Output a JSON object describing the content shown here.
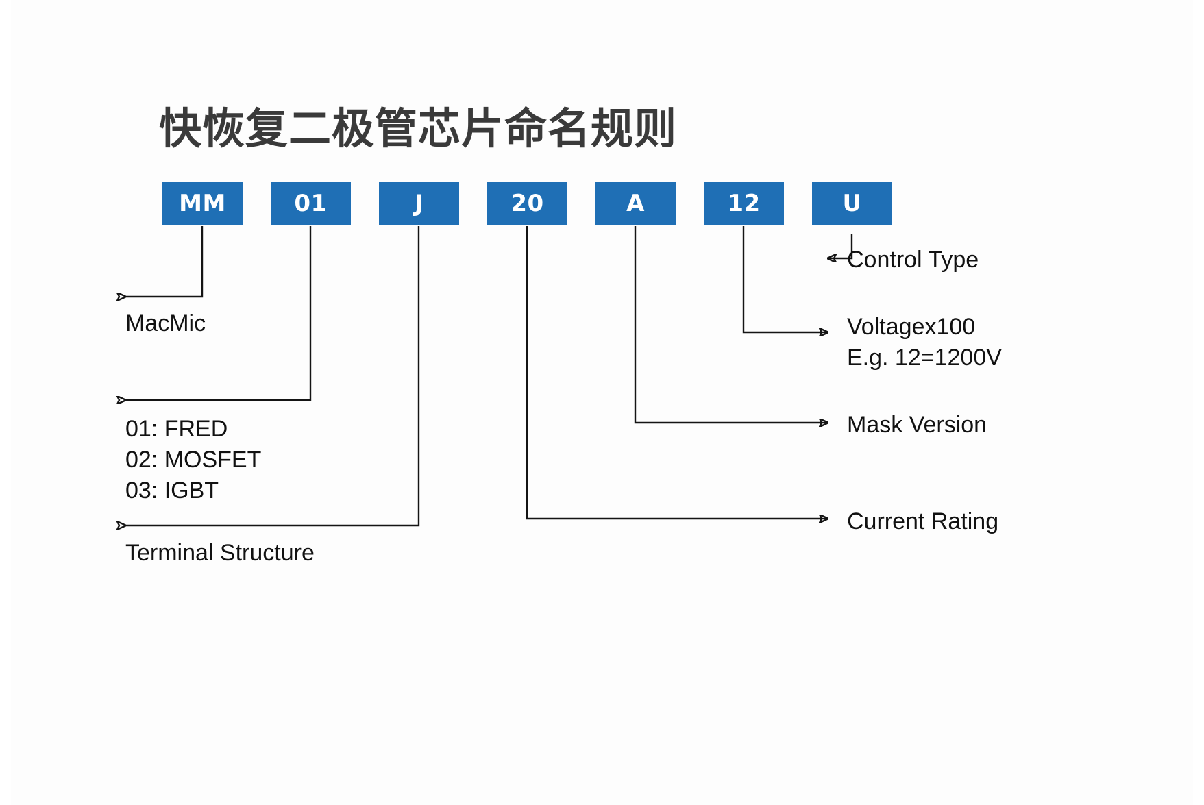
{
  "diagram": {
    "title": "快恢复二极管芯片命名规则",
    "accent_color": "#1f6fb5",
    "line_color": "#141414",
    "background_color": "#fdfdfd",
    "code_segments": [
      {
        "label": "MM",
        "meaning": "MacMic"
      },
      {
        "label": "01",
        "meaning": "01: FRED / 02: MOSFET / 03: IGBT"
      },
      {
        "label": "J",
        "meaning": "Terminal Structure"
      },
      {
        "label": "20",
        "meaning": "Current Rating"
      },
      {
        "label": "A",
        "meaning": "Mask Version"
      },
      {
        "label": "12",
        "meaning": "Voltagex100 E.g. 12=1200V"
      },
      {
        "label": "U",
        "meaning": "Control Type"
      }
    ],
    "left_annotations": [
      {
        "id": "macmic",
        "text": "MacMic"
      },
      {
        "id": "device-type",
        "text": "01: FRED\n02: MOSFET\n03: IGBT"
      },
      {
        "id": "terminal-structure",
        "text": "Terminal Structure"
      }
    ],
    "right_annotations": [
      {
        "id": "control-type",
        "text": "Control Type"
      },
      {
        "id": "voltage",
        "text": "Voltagex100\nE.g. 12=1200V"
      },
      {
        "id": "mask-version",
        "text": "Mask Version"
      },
      {
        "id": "current-rating",
        "text": "Current Rating"
      }
    ]
  }
}
